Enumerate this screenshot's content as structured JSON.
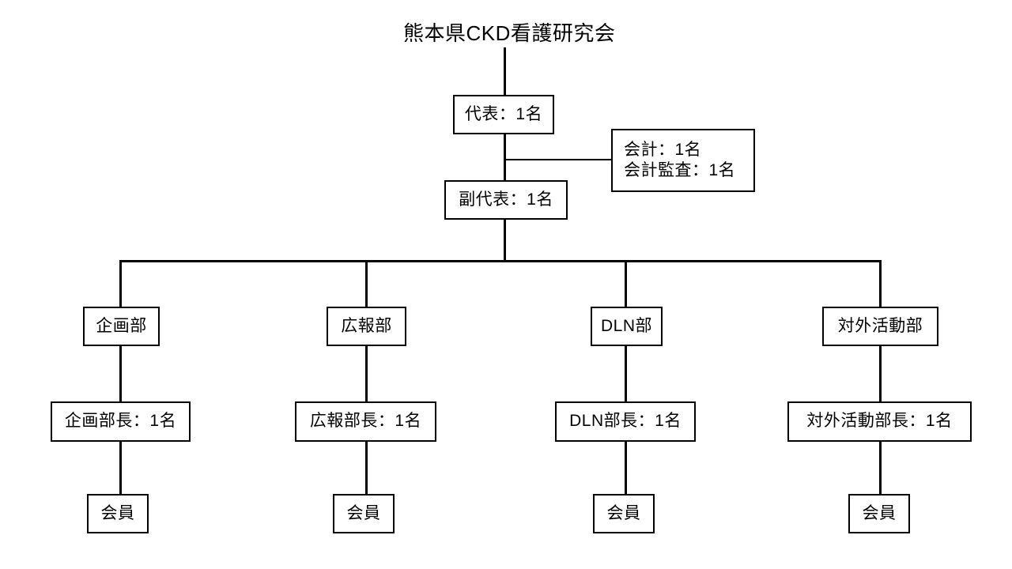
{
  "chart": {
    "title": "熊本県CKD看護研究会",
    "type": "organization-chart",
    "background_color": "#ffffff",
    "line_color": "#000000",
    "text_color": "#000000"
  },
  "nodes": {
    "root": {
      "label": "熊本県CKD看護研究会"
    },
    "representative": {
      "label": "代表：1名"
    },
    "accounting": {
      "line1": "会計：1名",
      "line2": "会計監査：1名"
    },
    "vice_representative": {
      "label": "副代表：1名"
    },
    "departments": [
      {
        "name": "企画部",
        "head": "企画部長：1名",
        "members": "会員"
      },
      {
        "name": "広報部",
        "head": "広報部長：1名",
        "members": "会員"
      },
      {
        "name": "DLN部",
        "head": "DLN部長：1名",
        "members": "会員"
      },
      {
        "name": "対外活動部",
        "head": "対外活動部長：1名",
        "members": "会員"
      }
    ]
  }
}
